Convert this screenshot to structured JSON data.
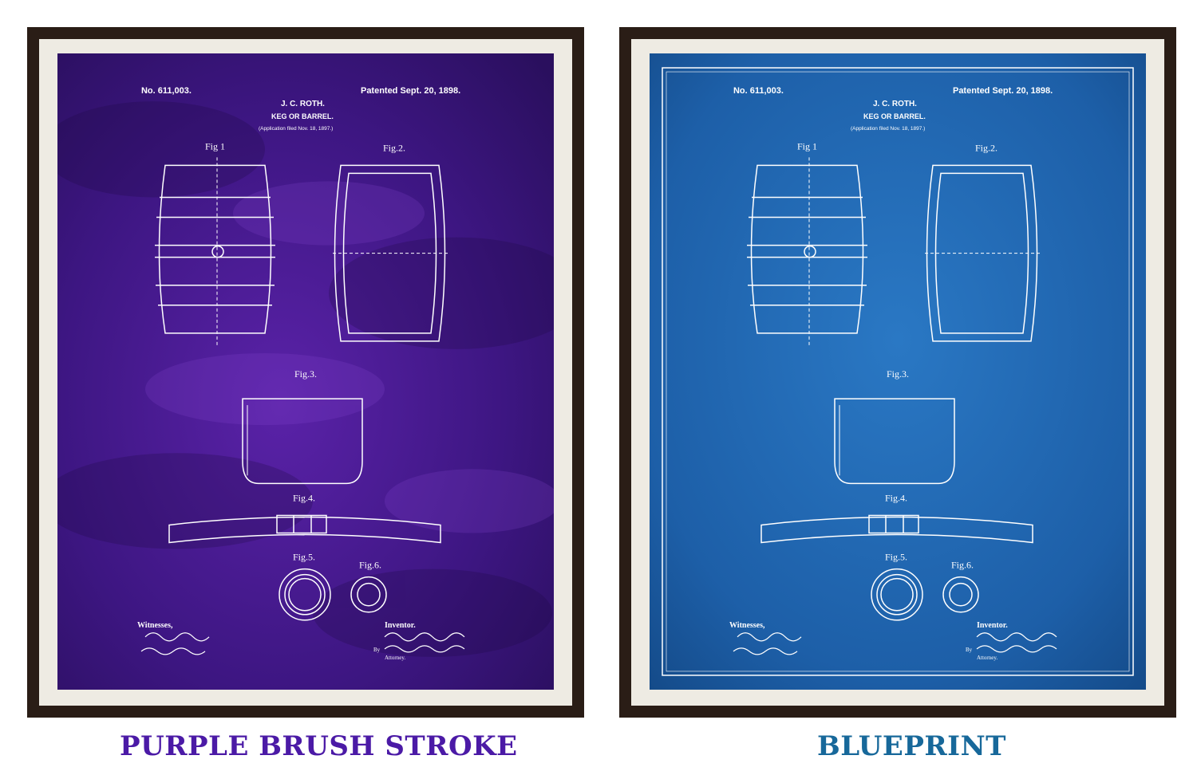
{
  "prints": [
    {
      "style_name": "PURPLE BRUSH STROKE",
      "style_color": "#4b1aa6",
      "background": "#4a1a8a",
      "patent_no": "No. 611,003.",
      "patent_date": "Patented Sept. 20, 1898.",
      "inventor_name": "J. C. ROTH.",
      "title": "KEG OR BARREL.",
      "application": "(Application filed Nov. 18, 1897.)",
      "fig1": "Fig 1",
      "fig2": "Fig.2.",
      "fig3": "Fig.3.",
      "fig4": "Fig.4.",
      "fig5": "Fig.5.",
      "fig6": "Fig.6.",
      "witnesses": "Witnesses,",
      "inventor": "Inventor.",
      "by": "By",
      "attorney": "Attorney."
    },
    {
      "style_name": "BLUEPRINT",
      "style_color": "#17689a",
      "background": "#1e5fae",
      "patent_no": "No. 611,003.",
      "patent_date": "Patented Sept. 20, 1898.",
      "inventor_name": "J. C. ROTH.",
      "title": "KEG OR BARREL.",
      "application": "(Application filed Nov. 18, 1897.)",
      "fig1": "Fig 1",
      "fig2": "Fig.2.",
      "fig3": "Fig.3.",
      "fig4": "Fig.4.",
      "fig5": "Fig.5.",
      "fig6": "Fig.6.",
      "witnesses": "Witnesses,",
      "inventor": "Inventor.",
      "by": "By",
      "attorney": "Attorney."
    }
  ]
}
